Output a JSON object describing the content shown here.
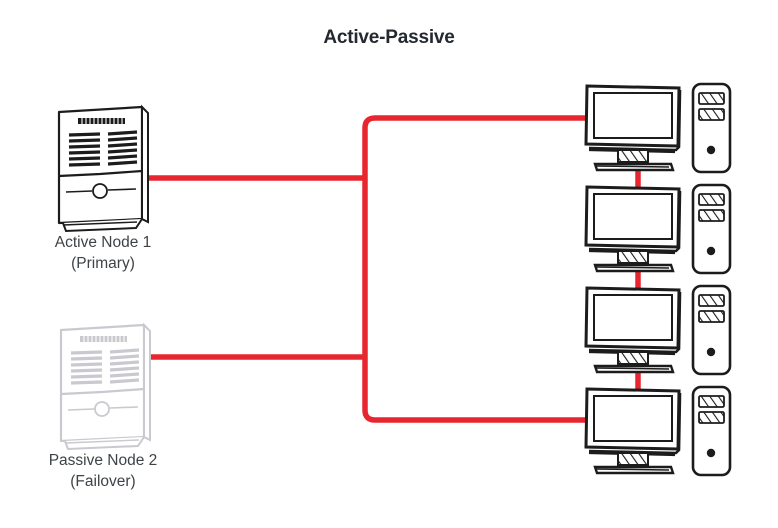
{
  "title": "Active-Passive",
  "colors": {
    "link": "#e8262f",
    "link_dark": "#d71f28",
    "active_stroke": "#1c1c1c",
    "passive_stroke": "#c9c9cf",
    "label_text": "#3e4347",
    "title_text": "#23292e",
    "background": "#ffffff"
  },
  "nodes": {
    "active": {
      "name": "Active Node 1",
      "role": "(Primary)",
      "label": "Active Node 1\n(Primary)",
      "state": "active",
      "icon": "server-tower-icon"
    },
    "passive": {
      "name": "Passive Node 2",
      "role": "(Failover)",
      "label": "Passive Node 2\n(Failover)",
      "state": "passive",
      "icon": "server-tower-icon"
    }
  },
  "clients": [
    {
      "index": 1,
      "icon": "desktop-workstation-icon",
      "connected_to_bus": true
    },
    {
      "index": 2,
      "icon": "desktop-workstation-icon",
      "connected_to_bus": false
    },
    {
      "index": 3,
      "icon": "desktop-workstation-icon",
      "connected_to_bus": false
    },
    {
      "index": 4,
      "icon": "desktop-workstation-icon",
      "connected_to_bus": true
    }
  ],
  "links": [
    {
      "name": "active-node-to-bus",
      "from": "active",
      "to": "bus"
    },
    {
      "name": "passive-node-to-bus",
      "from": "passive",
      "to": "bus"
    },
    {
      "name": "bus-to-client-1",
      "from": "bus",
      "to": "client-1"
    },
    {
      "name": "bus-to-client-4",
      "from": "bus",
      "to": "client-4"
    },
    {
      "name": "client-1-to-client-2",
      "from": "client-1",
      "to": "client-2"
    },
    {
      "name": "client-2-to-client-3",
      "from": "client-2",
      "to": "client-3"
    },
    {
      "name": "client-3-to-client-4",
      "from": "client-3",
      "to": "client-4"
    }
  ]
}
